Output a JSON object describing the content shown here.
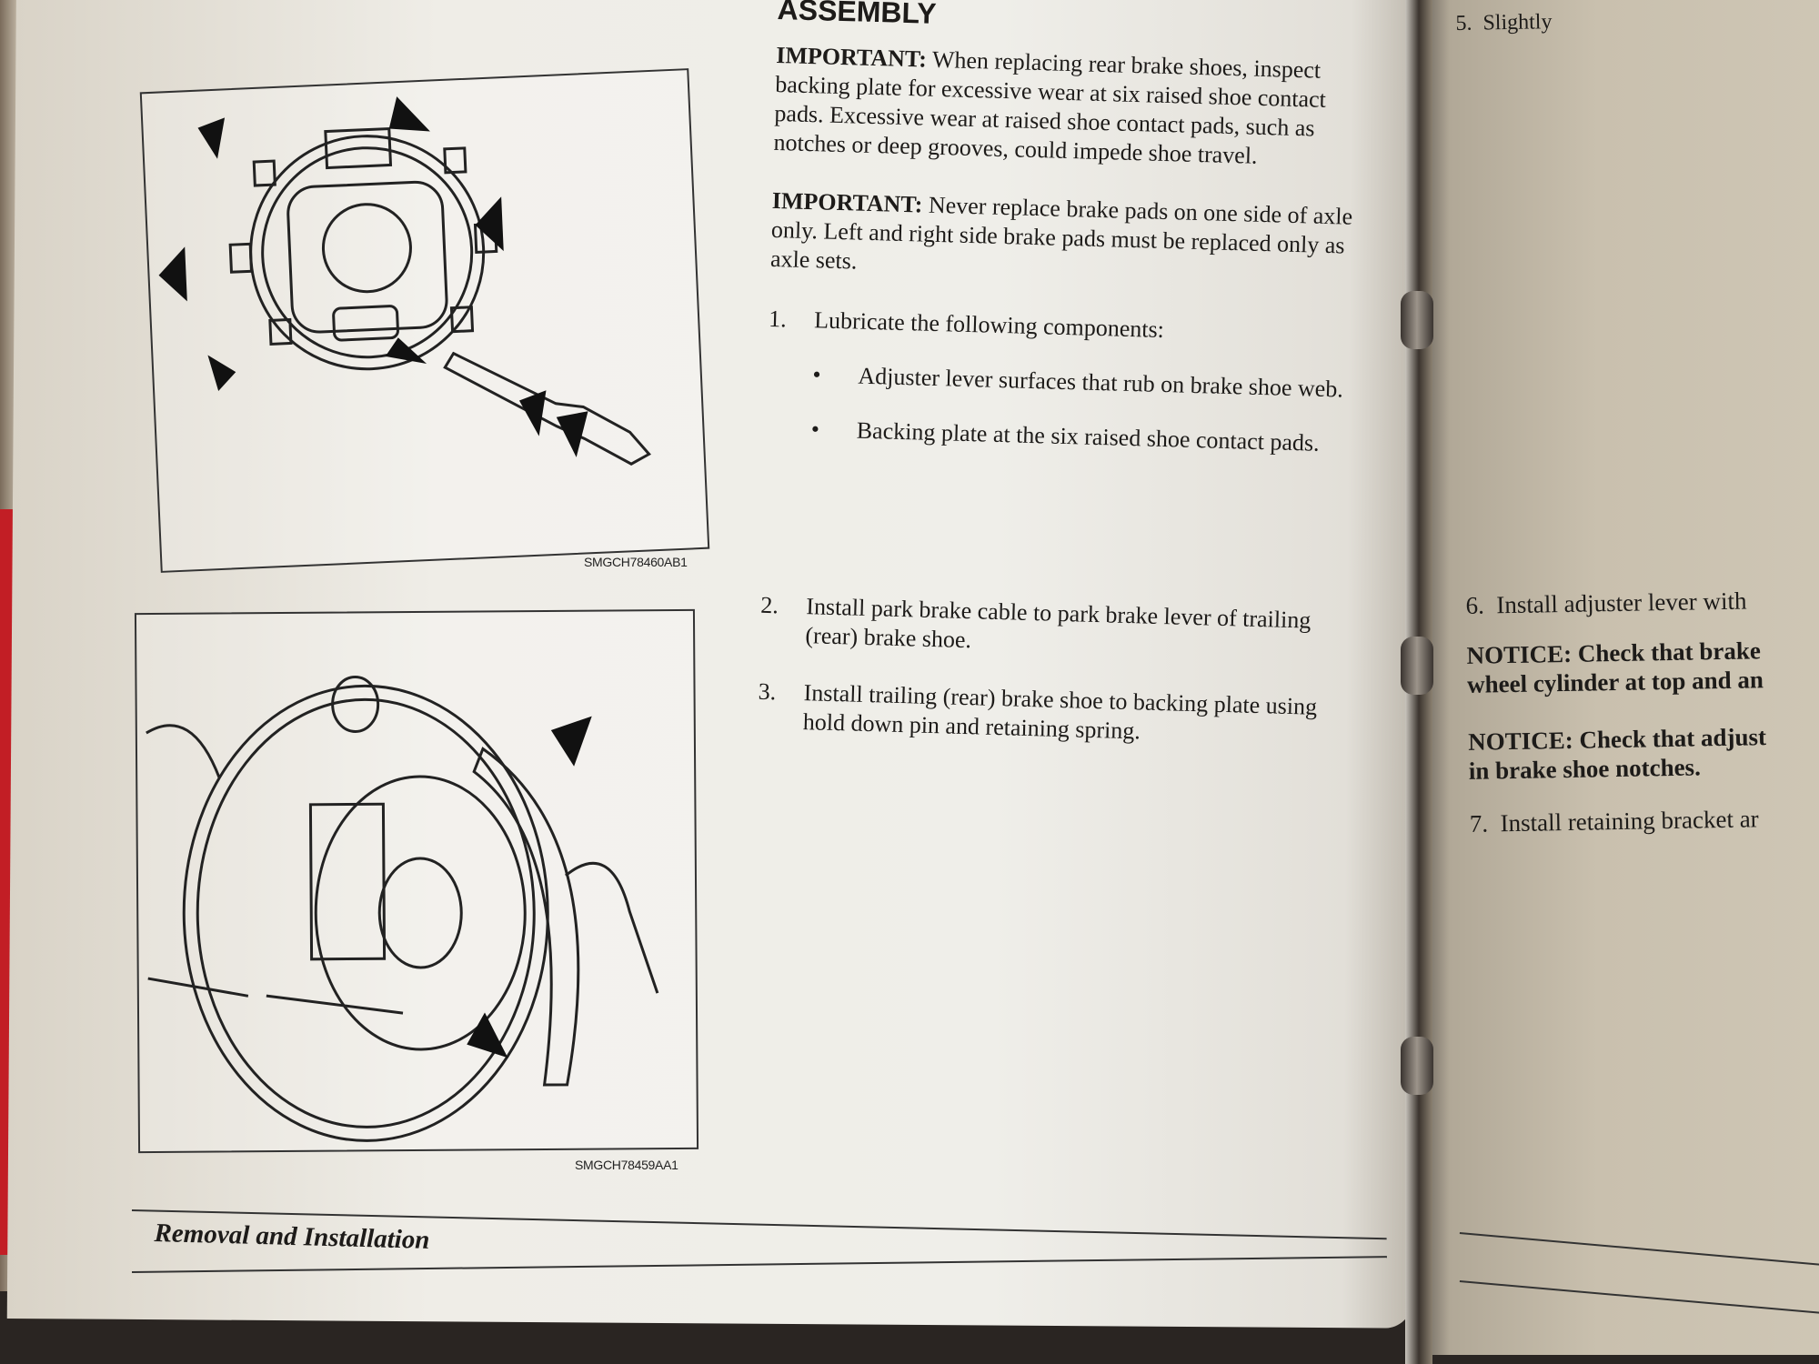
{
  "left_page": {
    "section_title": "ASSEMBLY",
    "important_1": {
      "label": "IMPORTANT:",
      "text": "When replacing rear brake shoes, inspect backing plate for excessive wear at six raised shoe contact pads. Excessive wear at raised shoe contact pads, such as notches or deep grooves, could impede shoe travel."
    },
    "important_2": {
      "label": "IMPORTANT:",
      "text": "Never replace brake pads on one side of axle only. Left and right side brake pads must be replaced only as axle sets."
    },
    "steps": [
      {
        "num": "1.",
        "text": "Lubricate the following components:",
        "bullets": [
          "Adjuster lever surfaces that rub on brake shoe web.",
          "Backing plate at the six raised shoe contact pads."
        ]
      },
      {
        "num": "2.",
        "text": "Install park brake cable to park brake lever of trailing (rear) brake shoe."
      },
      {
        "num": "3.",
        "text": "Install trailing (rear) brake shoe to backing plate using hold down pin and retaining spring."
      }
    ],
    "figures": [
      {
        "caption": "SMGCH78460AB1"
      },
      {
        "caption": "SMGCH78459AA1"
      }
    ],
    "footer": "Removal and Installation"
  },
  "right_page": {
    "items": [
      {
        "num": "5.",
        "text": "Slightly"
      },
      {
        "num": "6.",
        "text": "Install adjuster lever with"
      },
      {
        "notice": "NOTICE: Check that brake",
        "notice2": "wheel cylinder at top and an"
      },
      {
        "notice": "NOTICE: Check that adjust",
        "notice2": "in brake shoe notches."
      },
      {
        "num": "7.",
        "text": "Install retaining bracket ar"
      }
    ]
  }
}
